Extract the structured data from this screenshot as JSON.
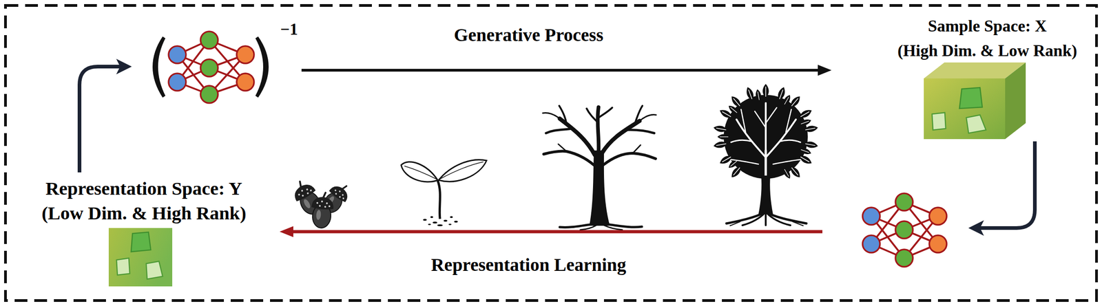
{
  "diagram": {
    "nodes": [
      {
        "text": [
          "Representation Space: Y",
          "(Low Dim. & High Rank)"
        ]
      },
      {
        "text": [
          "−1"
        ]
      },
      {
        "text": [
          "Sample Space: X",
          "(High Dim. & Low Rank)"
        ]
      },
      {
        "text": []
      }
    ],
    "edges": [
      {
        "from": 0,
        "to": 1,
        "arrow": "to"
      },
      {
        "from": 1,
        "to": 2,
        "arrow": "to",
        "label": "Generative Process"
      },
      {
        "from": 2,
        "to": 3,
        "arrow": "to"
      },
      {
        "from": 3,
        "to": 0,
        "arrow": "to",
        "label": "Representation Learning"
      }
    ]
  }
}
